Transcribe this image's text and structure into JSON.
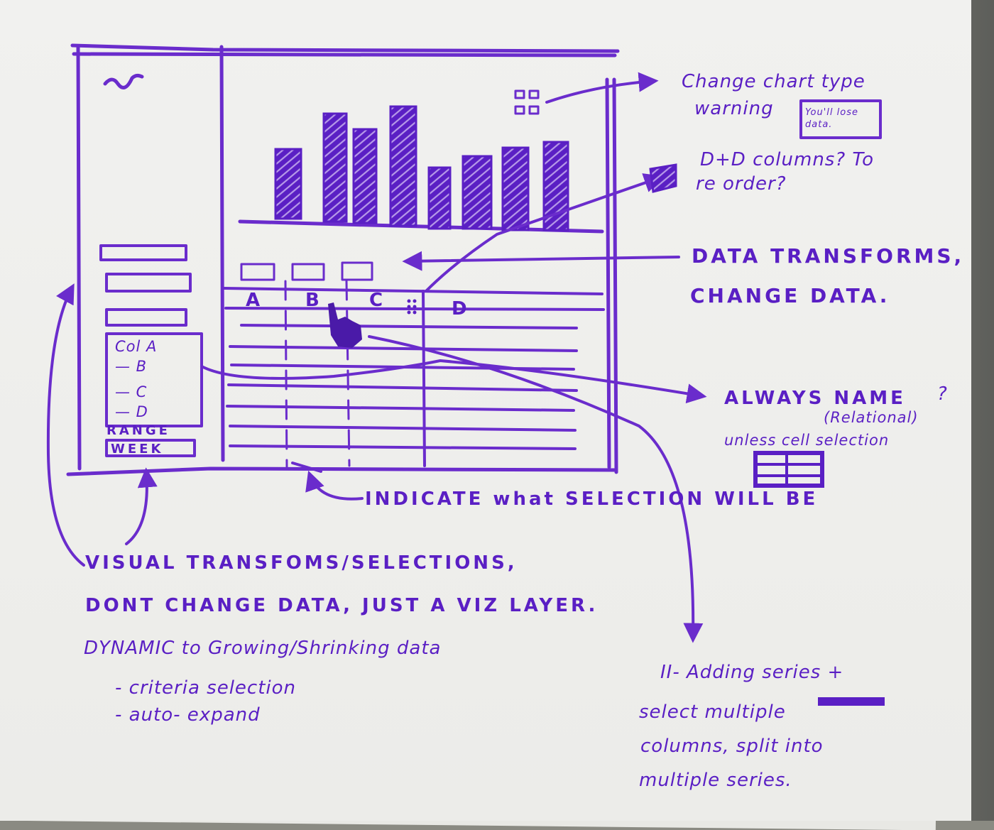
{
  "sketch": {
    "sidebar": {
      "col_labels": [
        "Col A",
        "— B",
        "— C",
        "— D"
      ],
      "range_label": "RANGE",
      "week_label": "WEEK"
    },
    "table": {
      "columns": [
        "A",
        "B",
        "C",
        "D"
      ]
    },
    "annotations": {
      "chart_type_line1": "Change chart type",
      "chart_type_line2": "warning",
      "warning_box": "You'll lose data.",
      "dnd_line1": "D+D columns? To",
      "dnd_line2": "re order?",
      "data_transforms_line1": "DATA TRANSFORMS,",
      "data_transforms_line2": "CHANGE DATA.",
      "always_name": "ALWAYS NAME",
      "question_mark": "?",
      "relational": "(Relational)",
      "unless_cell": "unless cell selection",
      "indicate": "INDICATE what SELECTION WILL BE",
      "visual_line1": "VISUAL TRANSFOMS/SELECTIONS,",
      "visual_line2": "DONT CHANGE DATA, JUST A VIZ LAYER.",
      "visual_line3": "DYNAMIC to Growing/Shrinking data",
      "visual_bullet1": "- criteria selection",
      "visual_bullet2": "- auto- expand",
      "series_line1": "II- Adding series +",
      "series_line2": "select multiple",
      "series_line3": "columns, split into",
      "series_line4": "multiple series."
    },
    "colors": {
      "ink": "#5a1fc4",
      "paper": "#efefec"
    }
  }
}
